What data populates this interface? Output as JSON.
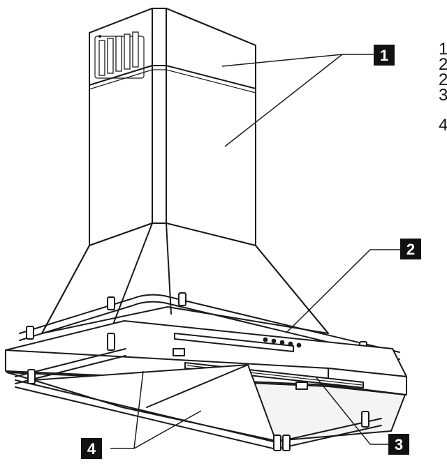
{
  "callouts": [
    {
      "number": "1",
      "part": "chimney"
    },
    {
      "number": "2",
      "part": "control-panel"
    },
    {
      "number": "3",
      "part": "light-strip"
    },
    {
      "number": "4",
      "part": "grease-filters"
    }
  ],
  "side_list": [
    "1",
    "2",
    "2",
    "3",
    "4"
  ]
}
